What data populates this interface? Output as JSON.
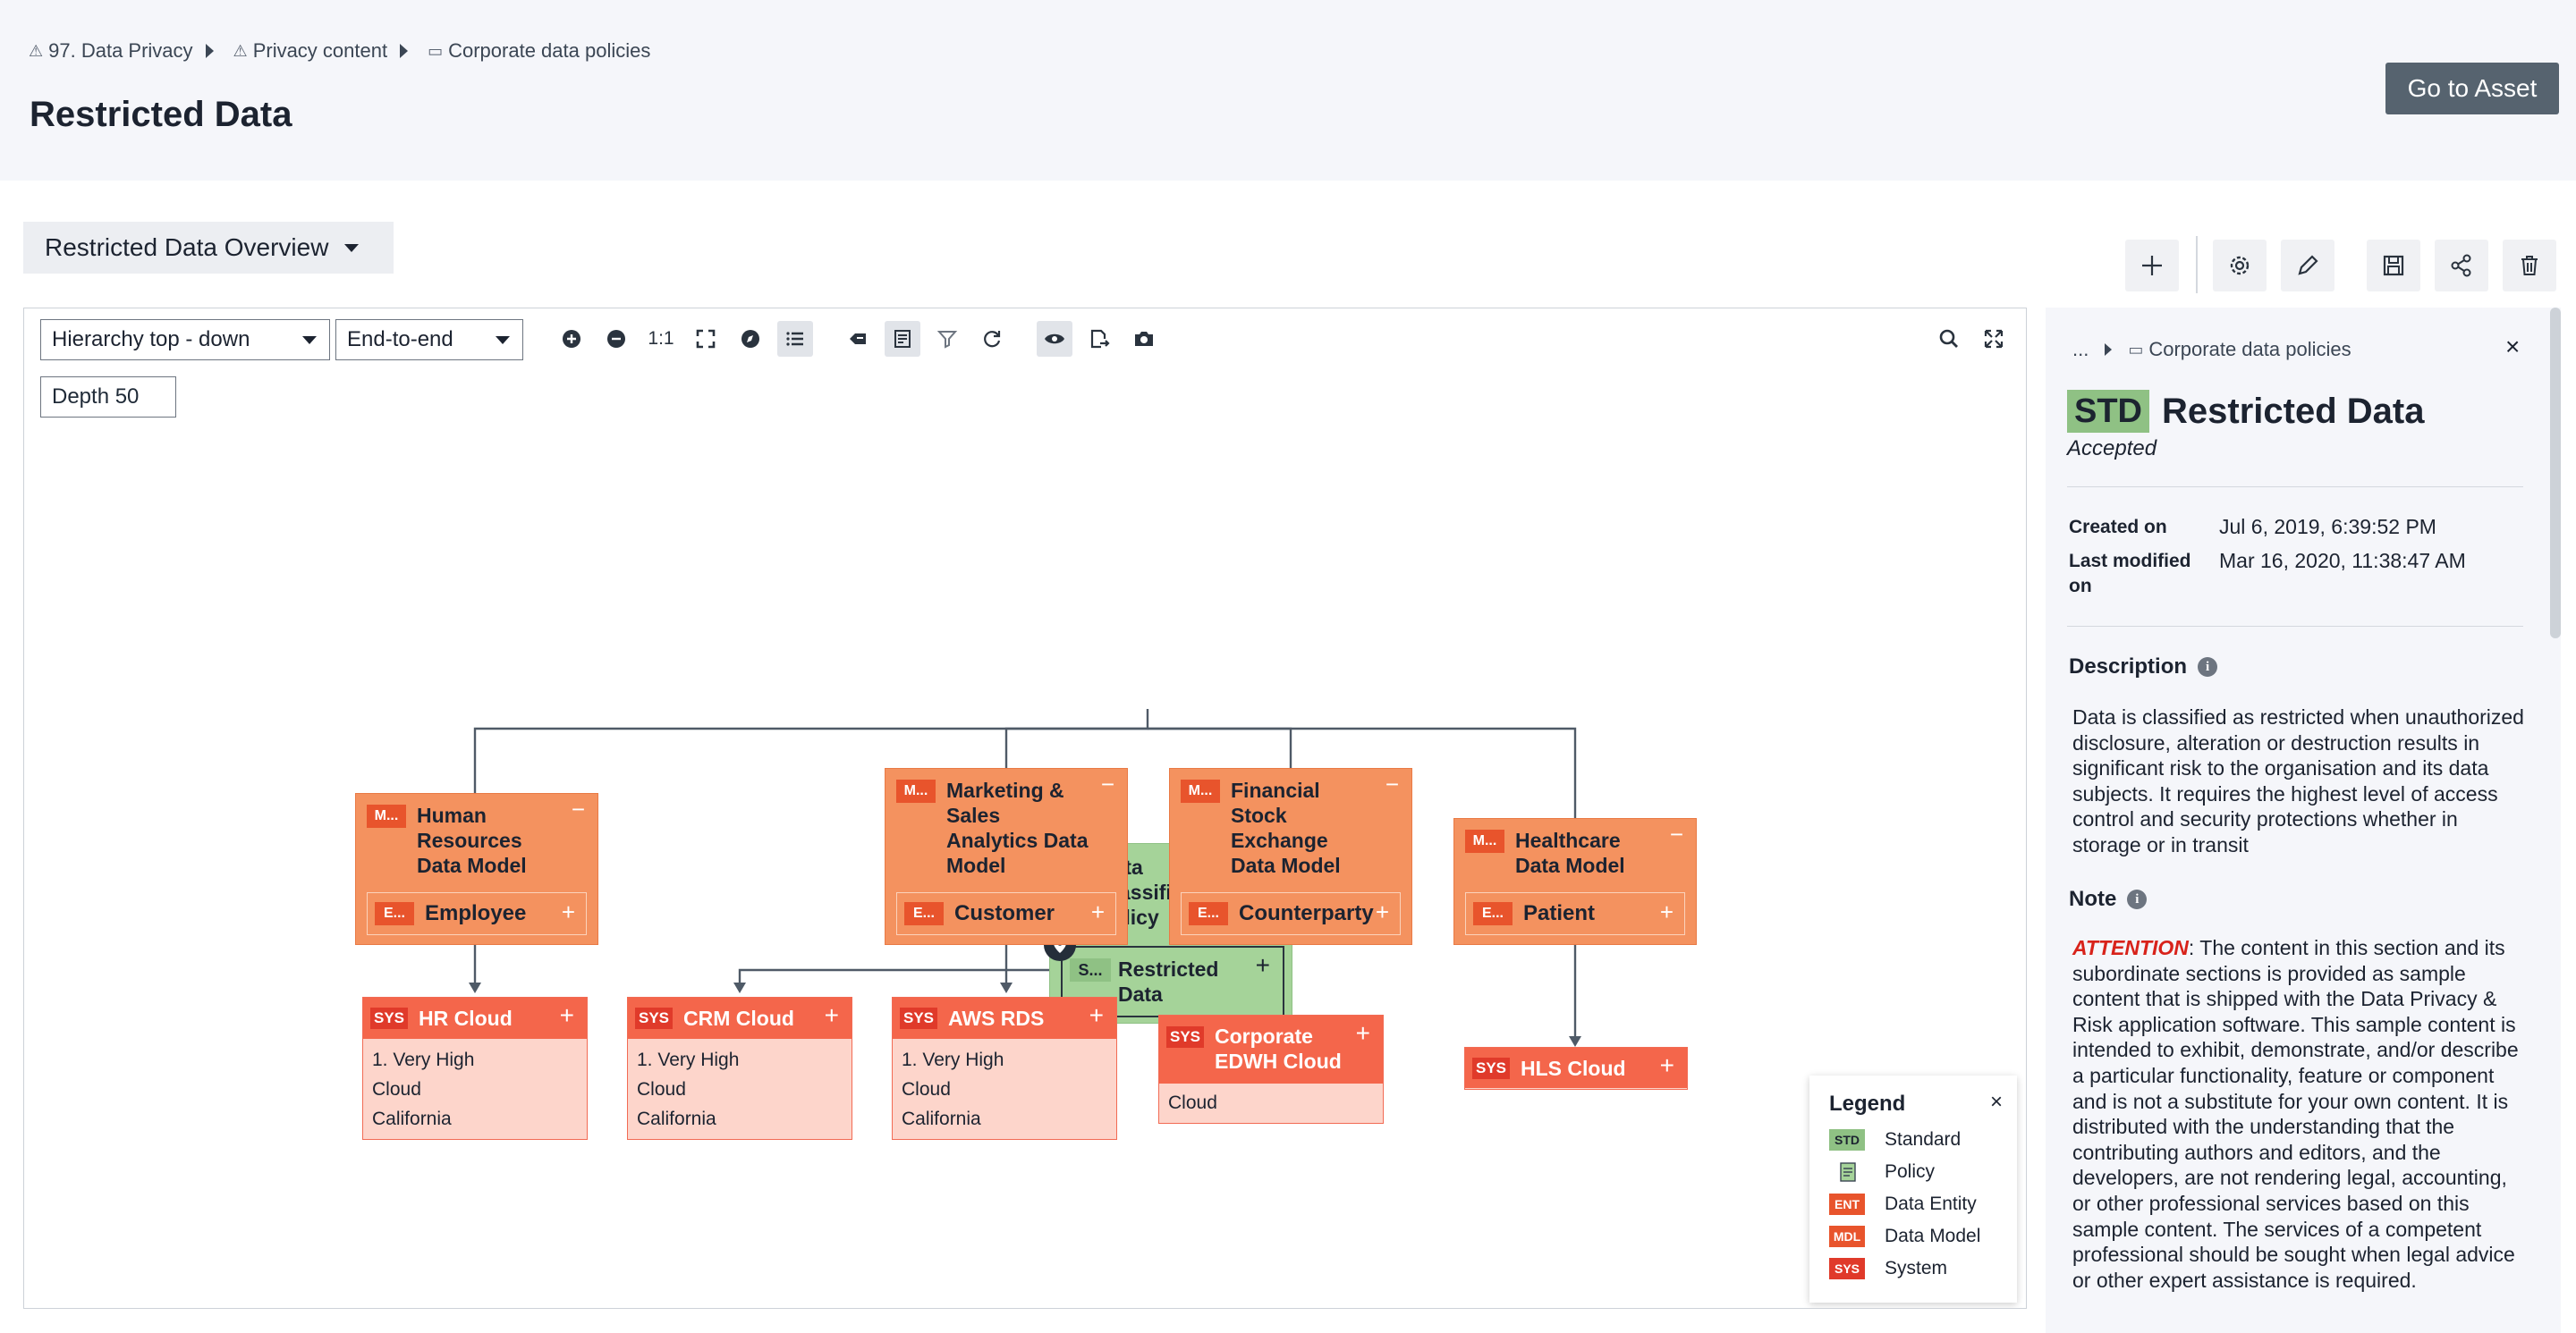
{
  "breadcrumb": {
    "items": [
      "97. Data Privacy",
      "Privacy content",
      "Corporate data policies"
    ]
  },
  "page": {
    "title": "Restricted Data",
    "go_to_asset_label": "Go to Asset"
  },
  "view_selector": {
    "label": "Restricted Data Overview"
  },
  "toolbar_icons": [
    "plus-icon",
    "gear-icon",
    "pencil-icon",
    "save-icon",
    "share-icon",
    "trash-icon"
  ],
  "canvas": {
    "layout_select": "Hierarchy top - down",
    "mode_select": "End-to-end",
    "depth": "Depth 50",
    "zoom_one_to_one": "1:1"
  },
  "graph": {
    "policy": {
      "badge_icon": "policy-icon",
      "title_lines": [
        "Data",
        "Classification",
        "Policy"
      ],
      "collapse": "−"
    },
    "standard": {
      "badge": "S...",
      "title_lines": [
        "Restricted",
        "Data"
      ],
      "expand": "+"
    },
    "models": [
      {
        "badge": "M...",
        "title_lines": [
          "Human",
          "Resources",
          "Data Model"
        ],
        "entity_badge": "E...",
        "entity": "Employee"
      },
      {
        "badge": "M...",
        "title_lines": [
          "Marketing &",
          "Sales",
          "Analytics Data",
          "Model"
        ],
        "entity_badge": "E...",
        "entity": "Customer"
      },
      {
        "badge": "M...",
        "title_lines": [
          "Financial",
          "Stock",
          "Exchange",
          "Data Model"
        ],
        "entity_badge": "E...",
        "entity": "Counterparty"
      },
      {
        "badge": "M...",
        "title_lines": [
          "Healthcare",
          "Data Model"
        ],
        "entity_badge": "E...",
        "entity": "Patient"
      }
    ],
    "systems": [
      {
        "badge": "SYS",
        "title_lines": [
          "HR Cloud"
        ],
        "attrs": [
          "1. Very High",
          "Cloud",
          "California"
        ]
      },
      {
        "badge": "SYS",
        "title_lines": [
          "CRM Cloud"
        ],
        "attrs": [
          "1. Very High",
          "Cloud",
          "California"
        ]
      },
      {
        "badge": "SYS",
        "title_lines": [
          "AWS RDS"
        ],
        "attrs": [
          "1. Very High",
          "Cloud",
          "California"
        ]
      },
      {
        "badge": "SYS",
        "title_lines": [
          "Corporate",
          "EDWH Cloud"
        ],
        "attrs": [
          "Cloud"
        ]
      },
      {
        "badge": "SYS",
        "title_lines": [
          "HLS Cloud"
        ],
        "attrs": []
      }
    ],
    "minus_symbol": "−",
    "plus_symbol": "+"
  },
  "legend": {
    "title": "Legend",
    "close": "×",
    "items": [
      {
        "badge": "STD",
        "label": "Standard",
        "color": "#8fc184"
      },
      {
        "badge": "",
        "label": "Policy",
        "color": "#a5d399"
      },
      {
        "badge": "ENT",
        "label": "Data Entity",
        "color": "#e8542c"
      },
      {
        "badge": "MDL",
        "label": "Data Model",
        "color": "#e8542c"
      },
      {
        "badge": "SYS",
        "label": "System",
        "color": "#e03a2a"
      }
    ]
  },
  "panel": {
    "crumb_ellipsis": "...",
    "crumb": "Corporate data policies",
    "close": "×",
    "badge": "STD",
    "title": "Restricted Data",
    "status": "Accepted",
    "created_label": "Created on",
    "created_value": "Jul 6, 2019, 6:39:52 PM",
    "modified_label_1": "Last modified",
    "modified_label_2": "on",
    "modified_value": "Mar 16, 2020, 11:38:47 AM",
    "description_label": "Description",
    "description": "Data is classified as restricted when unauthorized disclosure, alteration or destruction results in significant risk to the organisation and its data subjects. It requires the highest level of access control and security protections whether  in storage or in transit",
    "note_label": "Note",
    "note_attention": "ATTENTION",
    "note_text": ": The content in this section and its subordinate sections is provided as sample content that is shipped with the Data Privacy & Risk application software. This sample content is intended to exhibit, demonstrate, and/or describe a particular functionality, feature or component and is not a substitute for your own content. It is distributed with the understanding that the contributing authors and editors, and the developers, are not rendering legal, accounting, or other professional services based on this sample content. The services of a competent professional should be sought when legal advice or other expert assistance is required."
  },
  "colors": {
    "standard": "#8fc184",
    "policy": "#a5d399",
    "model": "#f4925f",
    "system": "#f4664b",
    "system_body": "#fdd5cb",
    "edge": "#4f5a67"
  }
}
